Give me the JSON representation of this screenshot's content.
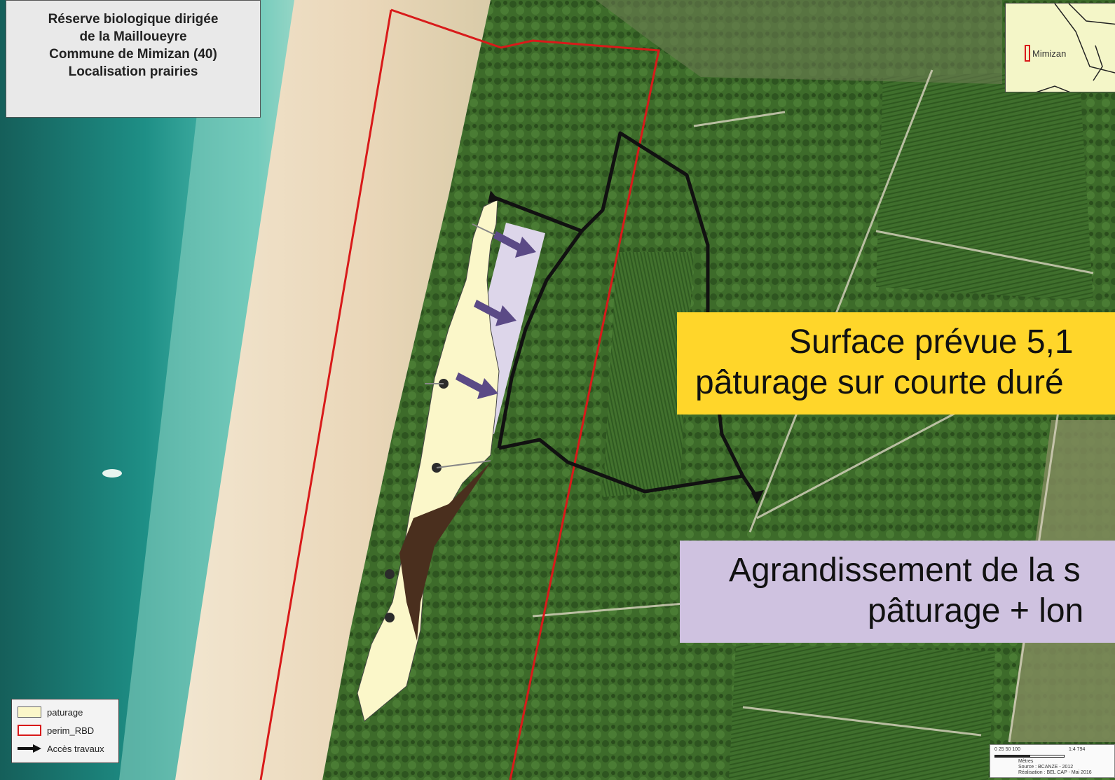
{
  "title": {
    "lines": [
      "Réserve biologique dirigée",
      "de la Mailloueyre",
      "Commune de Mimizan (40)",
      "Localisation prairies"
    ]
  },
  "inset": {
    "place_label": "Mimizan",
    "fill_color": "#f4f6c8"
  },
  "annotations": {
    "yellow": {
      "line1": "Surface prévue 5,1",
      "line2": "pâturage sur courte duré",
      "color": "#ffd62a"
    },
    "purple": {
      "line1": "Agrandissement de la s",
      "line2": "pâturage + lon",
      "color": "#cfc2e0"
    }
  },
  "legend": {
    "items": [
      {
        "label": "paturage",
        "symbol": "yellow-fill"
      },
      {
        "label": "perim_RBD",
        "symbol": "red-outline"
      },
      {
        "label": "Accès travaux",
        "symbol": "black-arrow"
      }
    ]
  },
  "scale": {
    "ticks": "0    25   50        100",
    "ratio": "1:4 794",
    "unit": "Mètres",
    "source": "Source : BCANZE - 2012",
    "credit": "Réalisation : BEL CAP - Mai 2016"
  },
  "colors": {
    "ocean": "#1e8f86",
    "sand": "#ead7b9",
    "forest": "#3d6b2a",
    "pasture": "#fbf7c9",
    "perimeter": "#d81a1a",
    "access": "#111111",
    "extension_zone": "#ddd6ea",
    "arrows": "#5b4a86",
    "wetland": "#4a2f1e"
  },
  "icons": [
    "purple-arrow-icon",
    "black-arrow-icon"
  ]
}
